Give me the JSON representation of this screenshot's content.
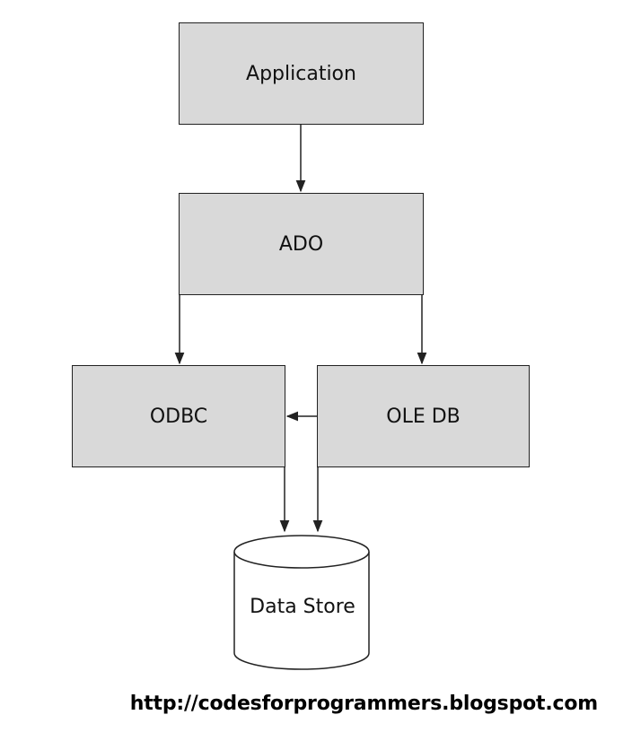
{
  "diagram": {
    "nodes": {
      "application": "Application",
      "ado": "ADO",
      "odbc": "ODBC",
      "oledb": "OLE DB",
      "data_store": "Data Store"
    },
    "edges": [
      {
        "from": "Application",
        "to": "ADO"
      },
      {
        "from": "ADO",
        "to": "ODBC"
      },
      {
        "from": "ADO",
        "to": "OLE DB"
      },
      {
        "from": "OLE DB",
        "to": "ODBC"
      },
      {
        "from": "ODBC",
        "to": "Data Store"
      },
      {
        "from": "OLE DB",
        "to": "Data Store"
      }
    ],
    "colors": {
      "box_fill": "#d9d9d9",
      "stroke": "#222222",
      "background": "#ffffff"
    }
  },
  "watermark": "http://codesforprogrammers.blogspot.com"
}
